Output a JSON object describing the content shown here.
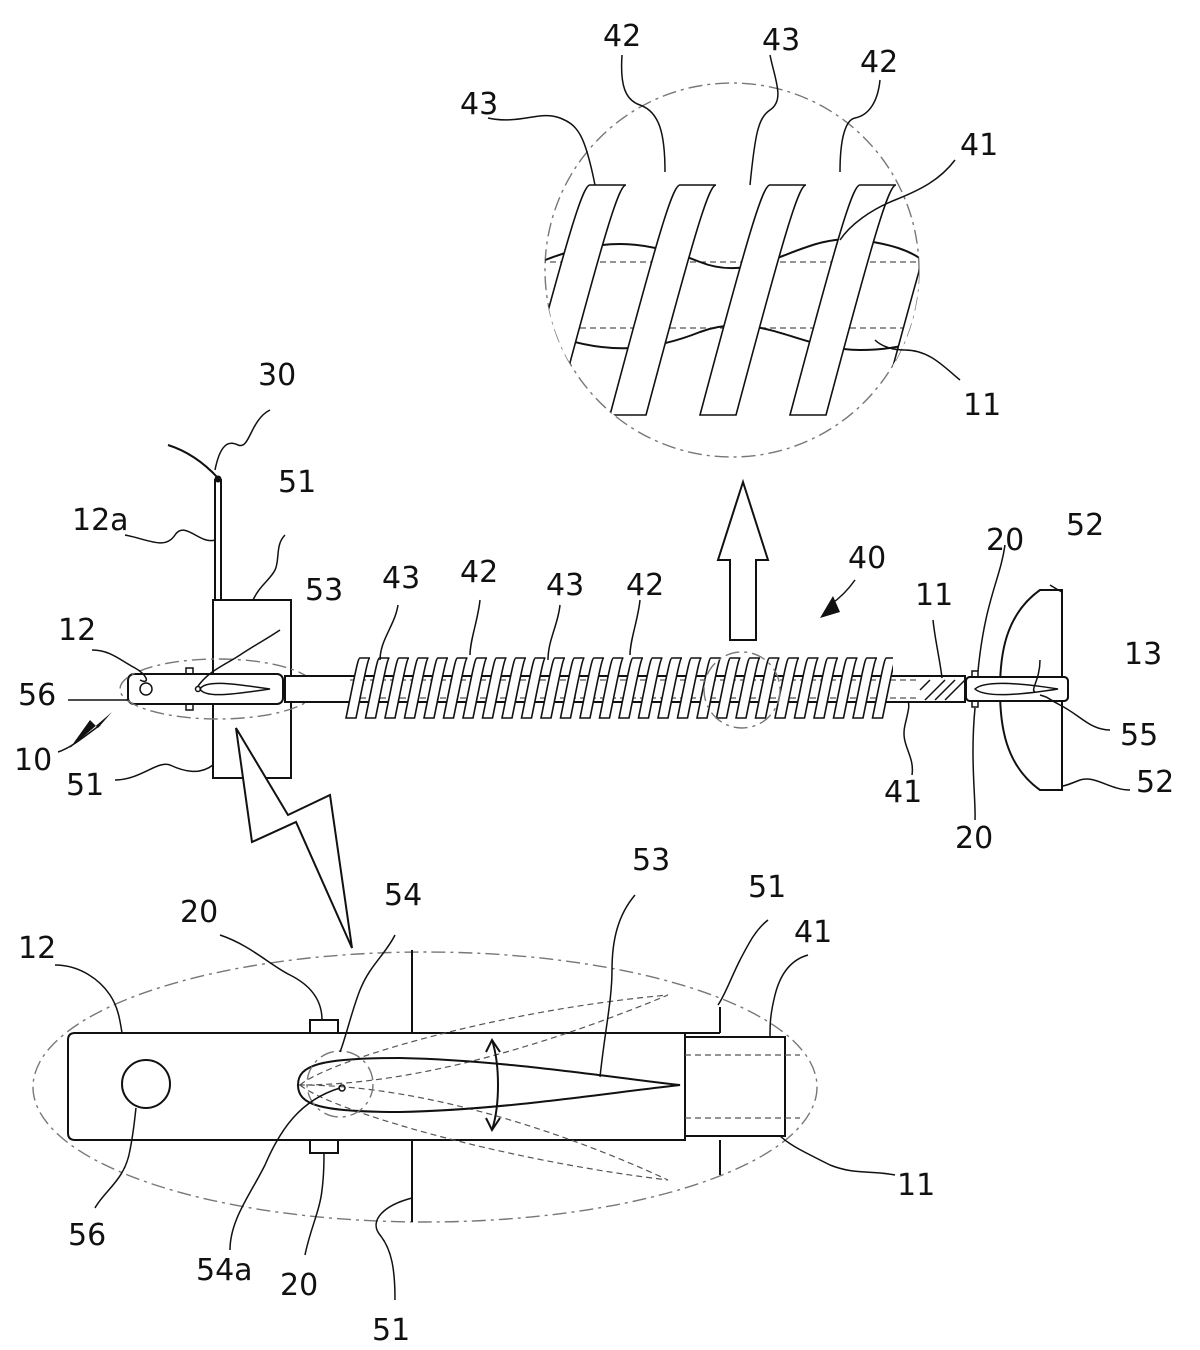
{
  "labels": {
    "l30": "30",
    "l12a": "12a",
    "l51_top": "51",
    "l53_mid": "53",
    "l12_mid": "12",
    "l56_mid": "56",
    "l10": "10",
    "l51_mid_bottom": "51",
    "l43_a": "43",
    "l42_a": "42",
    "l43_b": "43",
    "l42_b": "42",
    "l40": "40",
    "l11_mid": "11",
    "l20_top_right": "20",
    "l52_top": "52",
    "l13": "13",
    "l55": "55",
    "l52_bottom": "52",
    "l41_mid": "41",
    "l20_bottom_right": "20",
    "d_42_left": "42",
    "d_43_mid": "43",
    "d_43_left": "43",
    "d_42_right": "42",
    "d_41": "41",
    "d_11": "11",
    "b_12": "12",
    "b_20_top": "20",
    "b_54": "54",
    "b_53": "53",
    "b_51_top": "51",
    "b_41": "41",
    "b_11": "11",
    "b_56": "56",
    "b_54a": "54a",
    "b_20_bottom": "20",
    "b_51_bottom": "51"
  }
}
